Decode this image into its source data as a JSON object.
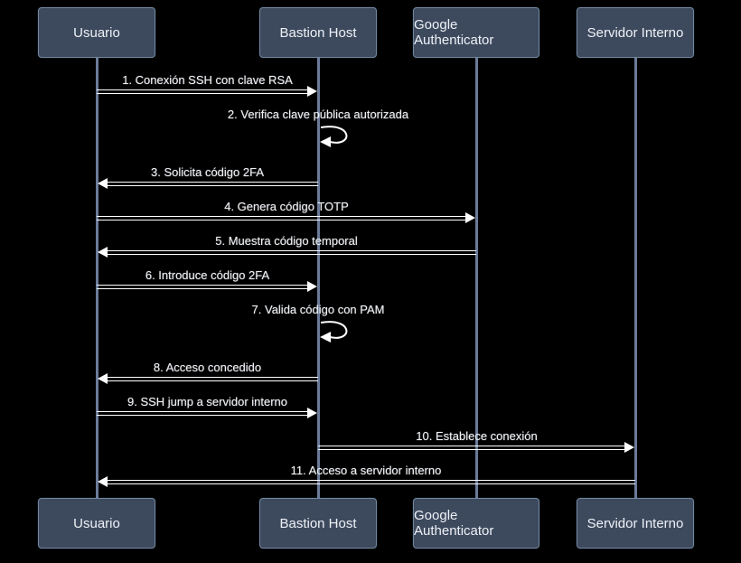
{
  "diagram": {
    "type": "sequence",
    "colors": {
      "background": "#000000",
      "actor_fill": "#3d4a5e",
      "actor_border": "#75859f",
      "lifeline": "#6a7a99",
      "message": "#ffffff",
      "text": "#eef1f6"
    },
    "actors": [
      {
        "name": "Usuario"
      },
      {
        "name": "Bastion Host"
      },
      {
        "name": "Google Authenticator"
      },
      {
        "name": "Servidor Interno"
      }
    ],
    "messages": [
      {
        "label": "1. Conexión SSH con clave RSA",
        "from": 0,
        "to": 1,
        "kind": "arrow"
      },
      {
        "label": "2. Verifica clave pública autorizada",
        "from": 1,
        "to": 1,
        "kind": "self"
      },
      {
        "label": "3. Solicita código 2FA",
        "from": 1,
        "to": 0,
        "kind": "arrow"
      },
      {
        "label": "4. Genera código TOTP",
        "from": 0,
        "to": 2,
        "kind": "arrow"
      },
      {
        "label": "5. Muestra código temporal",
        "from": 2,
        "to": 0,
        "kind": "arrow"
      },
      {
        "label": "6. Introduce código 2FA",
        "from": 0,
        "to": 1,
        "kind": "arrow"
      },
      {
        "label": "7. Valida código con PAM",
        "from": 1,
        "to": 1,
        "kind": "self"
      },
      {
        "label": "8. Acceso concedido",
        "from": 1,
        "to": 0,
        "kind": "arrow"
      },
      {
        "label": "9. SSH jump a servidor interno",
        "from": 0,
        "to": 1,
        "kind": "arrow"
      },
      {
        "label": "10. Establece conexión",
        "from": 1,
        "to": 3,
        "kind": "arrow"
      },
      {
        "label": "11. Acceso a servidor interno",
        "from": 3,
        "to": 0,
        "kind": "arrow"
      }
    ]
  }
}
